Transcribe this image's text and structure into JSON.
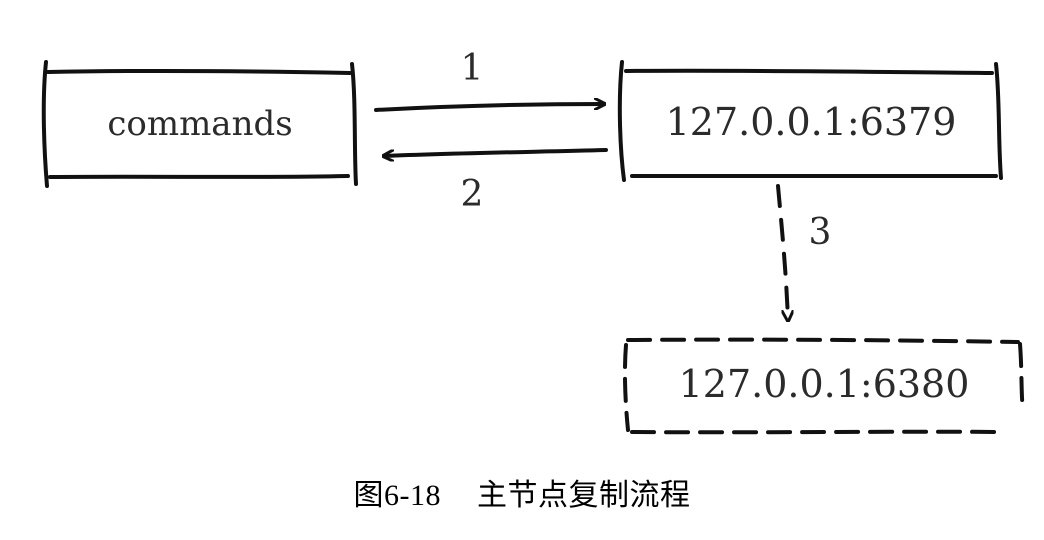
{
  "nodes": {
    "commands": {
      "label": "commands"
    },
    "master": {
      "label": "127.0.0.1:6379"
    },
    "slave": {
      "label": "127.0.0.1:6380"
    }
  },
  "edges": {
    "send": {
      "label": "1"
    },
    "reply": {
      "label": "2"
    },
    "replicate": {
      "label": "3"
    }
  },
  "caption": {
    "figure": "图6-18",
    "title": "主节点复制流程"
  }
}
